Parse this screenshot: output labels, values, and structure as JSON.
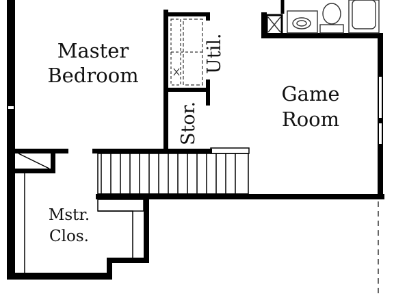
{
  "rooms": {
    "master_bedroom": {
      "line1": "Master",
      "line2": "Bedroom"
    },
    "game_room": {
      "line1": "Game",
      "line2": "Room"
    },
    "master_closet": {
      "line1": "Mstr.",
      "line2": "Clos."
    },
    "storage": {
      "label": "Stor."
    },
    "utility": {
      "label": "Util."
    }
  },
  "colors": {
    "wall": "#000000",
    "background": "#ffffff",
    "fixture": "#555555"
  }
}
